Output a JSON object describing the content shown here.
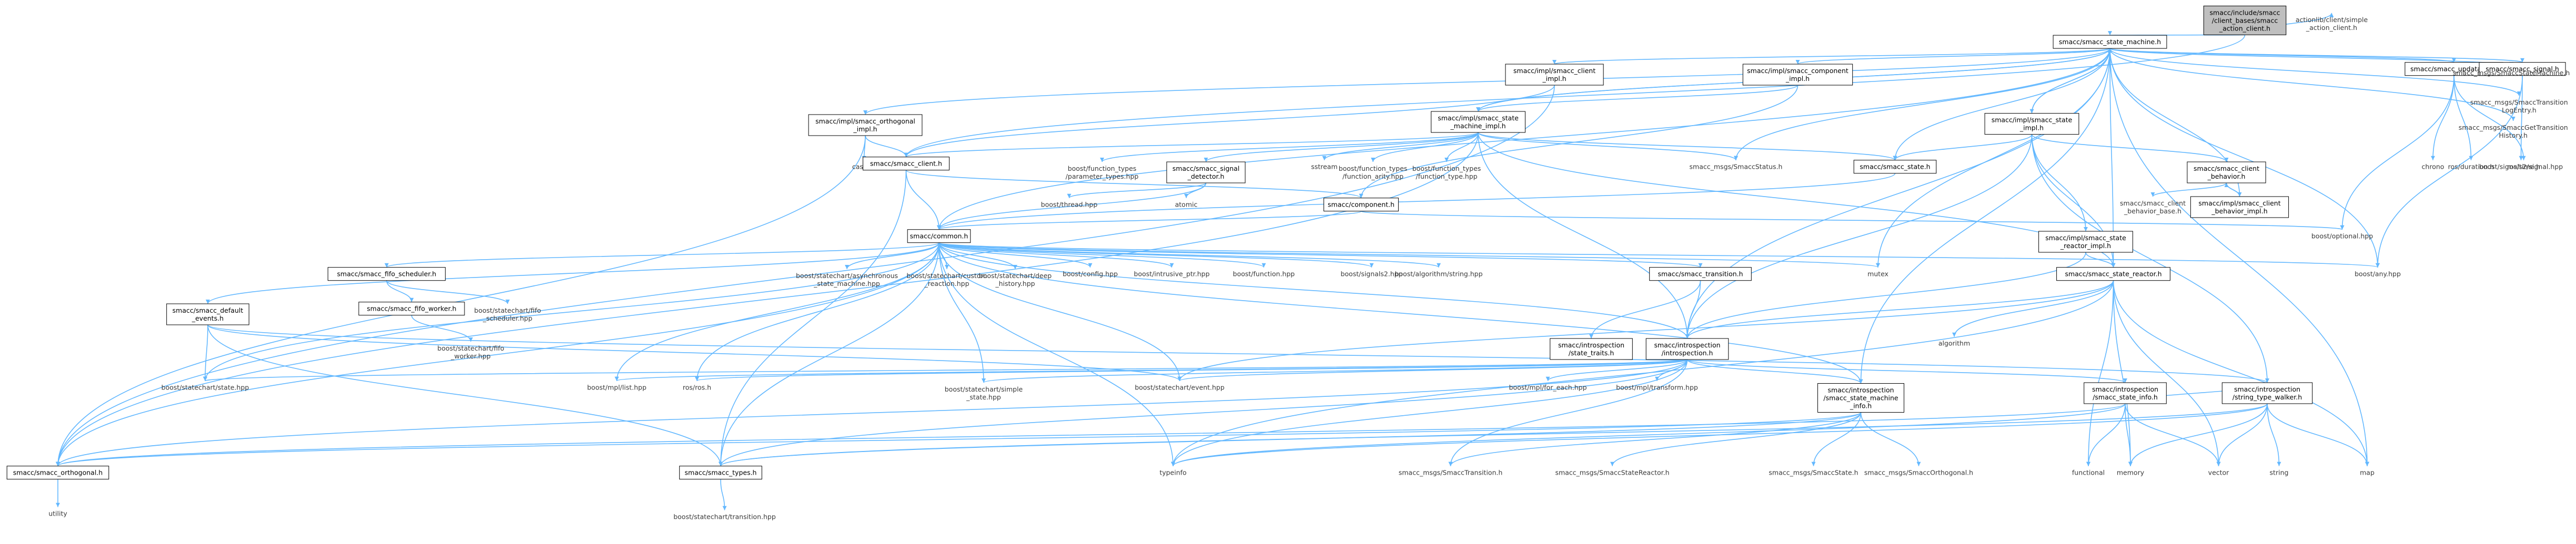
{
  "diagram": {
    "kind": "include-dependency-graph",
    "colors": {
      "edge": "#63b8ff",
      "current_node_fill": "#bfbfbf",
      "node_border": "#000000",
      "external_border": "#bfbfbf"
    },
    "nodes": [
      {
        "id": "root",
        "lines": [
          "smacc/include/smacc",
          "/client_bases/smacc",
          "_action_client.h"
        ],
        "kind": "current"
      },
      {
        "id": "actionlib",
        "lines": [
          "actionlib/client/simple",
          "_action_client.h"
        ],
        "kind": "external"
      },
      {
        "id": "sm",
        "lines": [
          "smacc/smacc_state_machine.h"
        ],
        "kind": "internal"
      },
      {
        "id": "client_impl",
        "lines": [
          "smacc/impl/smacc_client",
          "_impl.h"
        ],
        "kind": "internal"
      },
      {
        "id": "component_impl",
        "lines": [
          "smacc/impl/smacc_component",
          "_impl.h"
        ],
        "kind": "internal"
      },
      {
        "id": "updatable",
        "lines": [
          "smacc/smacc_updatable.h"
        ],
        "kind": "internal"
      },
      {
        "id": "signal",
        "lines": [
          "smacc/smacc_signal.h"
        ],
        "kind": "internal"
      },
      {
        "id": "msg_sm",
        "lines": [
          "smacc_msgs/SmaccStateMachine.h"
        ],
        "kind": "external"
      },
      {
        "id": "msg_tle",
        "lines": [
          "smacc_msgs/SmaccTransition",
          "LogEntry.h"
        ],
        "kind": "external"
      },
      {
        "id": "msg_gth",
        "lines": [
          "smacc_msgs/SmaccGetTransition",
          "History.h"
        ],
        "kind": "external"
      },
      {
        "id": "orth_impl",
        "lines": [
          "smacc/impl/smacc_orthogonal",
          "_impl.h"
        ],
        "kind": "internal"
      },
      {
        "id": "sm_impl",
        "lines": [
          "smacc/impl/smacc_state",
          "_machine_impl.h"
        ],
        "kind": "internal"
      },
      {
        "id": "state_impl",
        "lines": [
          "smacc/impl/smacc_state",
          "_impl.h"
        ],
        "kind": "internal"
      },
      {
        "id": "cassert",
        "lines": [
          "cassert"
        ],
        "kind": "external"
      },
      {
        "id": "client",
        "lines": [
          "smacc/smacc_client.h"
        ],
        "kind": "internal"
      },
      {
        "id": "fparam",
        "lines": [
          "boost/function_types",
          "/parameter_types.hpp"
        ],
        "kind": "external"
      },
      {
        "id": "sigdet",
        "lines": [
          "smacc/smacc_signal",
          "_detector.h"
        ],
        "kind": "internal"
      },
      {
        "id": "sstream",
        "lines": [
          "sstream"
        ],
        "kind": "external"
      },
      {
        "id": "farity",
        "lines": [
          "boost/function_types",
          "/function_arity.hpp"
        ],
        "kind": "external"
      },
      {
        "id": "ftype",
        "lines": [
          "boost/function_types",
          "/function_type.hpp"
        ],
        "kind": "external"
      },
      {
        "id": "msg_status",
        "lines": [
          "smacc_msgs/SmaccStatus.h"
        ],
        "kind": "external"
      },
      {
        "id": "state",
        "lines": [
          "smacc/smacc_state.h"
        ],
        "kind": "internal"
      },
      {
        "id": "cb",
        "lines": [
          "smacc/smacc_client",
          "_behavior.h"
        ],
        "kind": "internal"
      },
      {
        "id": "chrono",
        "lines": [
          "chrono"
        ],
        "kind": "external"
      },
      {
        "id": "rosdur",
        "lines": [
          "ros/duration.h"
        ],
        "kind": "external"
      },
      {
        "id": "rostime",
        "lines": [
          "ros/time.h"
        ],
        "kind": "external"
      },
      {
        "id": "sig2",
        "lines": [
          "boost/signals2/signal.hpp"
        ],
        "kind": "external"
      },
      {
        "id": "thread",
        "lines": [
          "boost/thread.hpp"
        ],
        "kind": "external"
      },
      {
        "id": "atomic",
        "lines": [
          "atomic"
        ],
        "kind": "external"
      },
      {
        "id": "component",
        "lines": [
          "smacc/component.h"
        ],
        "kind": "internal"
      },
      {
        "id": "cbbase",
        "lines": [
          "smacc/smacc_client",
          "_behavior_base.h"
        ],
        "kind": "external"
      },
      {
        "id": "cbimpl",
        "lines": [
          "smacc/impl/smacc_client",
          "_behavior_impl.h"
        ],
        "kind": "internal"
      },
      {
        "id": "common",
        "lines": [
          "smacc/common.h"
        ],
        "kind": "internal"
      },
      {
        "id": "sr_impl",
        "lines": [
          "smacc/impl/smacc_state",
          "_reactor_impl.h"
        ],
        "kind": "internal"
      },
      {
        "id": "optional",
        "lines": [
          "boost/optional.hpp"
        ],
        "kind": "external"
      },
      {
        "id": "fifo_sched",
        "lines": [
          "smacc/smacc_fifo_scheduler.h"
        ],
        "kind": "internal"
      },
      {
        "id": "async_sm",
        "lines": [
          "boost/statechart/asynchronous",
          "_state_machine.hpp"
        ],
        "kind": "external"
      },
      {
        "id": "custom_r",
        "lines": [
          "boost/statechart/custom",
          "_reaction.hpp"
        ],
        "kind": "external"
      },
      {
        "id": "deep_h",
        "lines": [
          "boost/statechart/deep",
          "_history.hpp"
        ],
        "kind": "external"
      },
      {
        "id": "config",
        "lines": [
          "boost/config.hpp"
        ],
        "kind": "external"
      },
      {
        "id": "intrusive",
        "lines": [
          "boost/intrusive_ptr.hpp"
        ],
        "kind": "external"
      },
      {
        "id": "function",
        "lines": [
          "boost/function.hpp"
        ],
        "kind": "external"
      },
      {
        "id": "signals2",
        "lines": [
          "boost/signals2.hpp"
        ],
        "kind": "external"
      },
      {
        "id": "algostr",
        "lines": [
          "boost/algorithm/string.hpp"
        ],
        "kind": "external"
      },
      {
        "id": "transition",
        "lines": [
          "smacc/smacc_transition.h"
        ],
        "kind": "internal"
      },
      {
        "id": "mutex",
        "lines": [
          "mutex"
        ],
        "kind": "external"
      },
      {
        "id": "any",
        "lines": [
          "boost/any.hpp"
        ],
        "kind": "external"
      },
      {
        "id": "sreactor",
        "lines": [
          "smacc/smacc_state_reactor.h"
        ],
        "kind": "internal"
      },
      {
        "id": "def_events",
        "lines": [
          "smacc/smacc_default",
          "_events.h"
        ],
        "kind": "internal"
      },
      {
        "id": "fifo_worker",
        "lines": [
          "smacc/smacc_fifo_worker.h"
        ],
        "kind": "internal"
      },
      {
        "id": "fifo_sched_b",
        "lines": [
          "boost/statechart/fifo",
          "_scheduler.hpp"
        ],
        "kind": "external"
      },
      {
        "id": "straits",
        "lines": [
          "smacc/introspection",
          "/state_traits.h"
        ],
        "kind": "internal"
      },
      {
        "id": "introspection",
        "lines": [
          "smacc/introspection",
          "/introspection.h"
        ],
        "kind": "internal"
      },
      {
        "id": "algorithm",
        "lines": [
          "algorithm"
        ],
        "kind": "external"
      },
      {
        "id": "fifo_worker_b",
        "lines": [
          "boost/statechart/fifo",
          "_worker.hpp"
        ],
        "kind": "external"
      },
      {
        "id": "statehpp",
        "lines": [
          "boost/statechart/state.hpp"
        ],
        "kind": "external"
      },
      {
        "id": "mplist",
        "lines": [
          "boost/mpl/list.hpp"
        ],
        "kind": "external"
      },
      {
        "id": "rosros",
        "lines": [
          "ros/ros.h"
        ],
        "kind": "external"
      },
      {
        "id": "simple_state",
        "lines": [
          "boost/statechart/simple",
          "_state.hpp"
        ],
        "kind": "external"
      },
      {
        "id": "event",
        "lines": [
          "boost/statechart/event.hpp"
        ],
        "kind": "external"
      },
      {
        "id": "foreach",
        "lines": [
          "boost/mpl/for_each.hpp"
        ],
        "kind": "external"
      },
      {
        "id": "mpltrans",
        "lines": [
          "boost/mpl/transform.hpp"
        ],
        "kind": "external"
      },
      {
        "id": "smi",
        "lines": [
          "smacc/introspection",
          "/smacc_state_machine",
          "_info.h"
        ],
        "kind": "internal"
      },
      {
        "id": "ssi",
        "lines": [
          "smacc/introspection",
          "/smacc_state_info.h"
        ],
        "kind": "internal"
      },
      {
        "id": "stw",
        "lines": [
          "smacc/introspection",
          "/string_type_walker.h"
        ],
        "kind": "internal"
      },
      {
        "id": "orthogonal",
        "lines": [
          "smacc/smacc_orthogonal.h"
        ],
        "kind": "internal"
      },
      {
        "id": "types",
        "lines": [
          "smacc/smacc_types.h"
        ],
        "kind": "internal"
      },
      {
        "id": "typeinfo",
        "lines": [
          "typeinfo"
        ],
        "kind": "external"
      },
      {
        "id": "msg_trans",
        "lines": [
          "smacc_msgs/SmaccTransition.h"
        ],
        "kind": "external"
      },
      {
        "id": "msg_sr",
        "lines": [
          "smacc_msgs/SmaccStateReactor.h"
        ],
        "kind": "external"
      },
      {
        "id": "msg_state",
        "lines": [
          "smacc_msgs/SmaccState.h"
        ],
        "kind": "external"
      },
      {
        "id": "msg_orth",
        "lines": [
          "smacc_msgs/SmaccOrthogonal.h"
        ],
        "kind": "external"
      },
      {
        "id": "functional",
        "lines": [
          "functional"
        ],
        "kind": "external"
      },
      {
        "id": "memory",
        "lines": [
          "memory"
        ],
        "kind": "external"
      },
      {
        "id": "vector",
        "lines": [
          "vector"
        ],
        "kind": "external"
      },
      {
        "id": "string",
        "lines": [
          "string"
        ],
        "kind": "external"
      },
      {
        "id": "map",
        "lines": [
          "map"
        ],
        "kind": "external"
      },
      {
        "id": "utility",
        "lines": [
          "utility"
        ],
        "kind": "external"
      },
      {
        "id": "trans_hpp",
        "lines": [
          "boost/statechart/transition.hpp"
        ],
        "kind": "external"
      }
    ],
    "edges": [
      [
        "root",
        "sm"
      ],
      [
        "root",
        "actionlib"
      ],
      [
        "root",
        "client"
      ],
      [
        "sm",
        "client_impl"
      ],
      [
        "sm",
        "component_impl"
      ],
      [
        "sm",
        "orth_impl"
      ],
      [
        "sm",
        "sm_impl"
      ],
      [
        "sm",
        "state_impl"
      ],
      [
        "sm",
        "updatable"
      ],
      [
        "sm",
        "signal"
      ],
      [
        "sm",
        "msg_sm"
      ],
      [
        "sm",
        "msg_tle"
      ],
      [
        "sm",
        "msg_gth"
      ],
      [
        "sm",
        "msg_status"
      ],
      [
        "sm",
        "state"
      ],
      [
        "sm",
        "common"
      ],
      [
        "sm",
        "introspection"
      ],
      [
        "sm",
        "smi"
      ],
      [
        "sm",
        "sreactor"
      ],
      [
        "sm",
        "mutex"
      ],
      [
        "sm",
        "any"
      ],
      [
        "sm",
        "map"
      ],
      [
        "client_impl",
        "client"
      ],
      [
        "client_impl",
        "orthogonal"
      ],
      [
        "component_impl",
        "sm_impl"
      ],
      [
        "component_impl",
        "component"
      ],
      [
        "orth_impl",
        "cassert"
      ],
      [
        "orth_impl",
        "client"
      ],
      [
        "orth_impl",
        "orthogonal"
      ],
      [
        "sm_impl",
        "sm"
      ],
      [
        "sm_impl",
        "fparam"
      ],
      [
        "sm_impl",
        "sigdet"
      ],
      [
        "sm_impl",
        "sstream"
      ],
      [
        "sm_impl",
        "farity"
      ],
      [
        "sm_impl",
        "ftype"
      ],
      [
        "sm_impl",
        "msg_status"
      ],
      [
        "sm_impl",
        "state"
      ],
      [
        "sm_impl",
        "client"
      ],
      [
        "sm_impl",
        "sreactor"
      ],
      [
        "sm_impl",
        "introspection"
      ],
      [
        "sm_impl",
        "orthogonal"
      ],
      [
        "state_impl",
        "sm"
      ],
      [
        "state_impl",
        "state"
      ],
      [
        "state_impl",
        "cb"
      ],
      [
        "state_impl",
        "sr_impl"
      ],
      [
        "state_impl",
        "introspection"
      ],
      [
        "state_impl",
        "sreactor"
      ],
      [
        "state_impl",
        "stw"
      ],
      [
        "updatable",
        "chrono"
      ],
      [
        "updatable",
        "rosdur"
      ],
      [
        "updatable",
        "rostime"
      ],
      [
        "updatable",
        "optional"
      ],
      [
        "signal",
        "sig2"
      ],
      [
        "signal",
        "any"
      ],
      [
        "client",
        "common"
      ],
      [
        "client",
        "component"
      ],
      [
        "client",
        "types"
      ],
      [
        "sigdet",
        "thread"
      ],
      [
        "sigdet",
        "atomic"
      ],
      [
        "sigdet",
        "common"
      ],
      [
        "state",
        "common"
      ],
      [
        "cb",
        "cbbase"
      ],
      [
        "cb",
        "cbimpl"
      ],
      [
        "cbimpl",
        "cb"
      ],
      [
        "cbimpl",
        "sm"
      ],
      [
        "component",
        "common"
      ],
      [
        "component",
        "optional"
      ],
      [
        "sr_impl",
        "introspection"
      ],
      [
        "sr_impl",
        "sreactor"
      ],
      [
        "common",
        "fifo_sched"
      ],
      [
        "common",
        "async_sm"
      ],
      [
        "common",
        "custom_r"
      ],
      [
        "common",
        "deep_h"
      ],
      [
        "common",
        "config"
      ],
      [
        "common",
        "intrusive"
      ],
      [
        "common",
        "function"
      ],
      [
        "common",
        "signals2"
      ],
      [
        "common",
        "algostr"
      ],
      [
        "common",
        "transition"
      ],
      [
        "common",
        "mutex"
      ],
      [
        "common",
        "any"
      ],
      [
        "common",
        "def_events"
      ],
      [
        "common",
        "statehpp"
      ],
      [
        "common",
        "mplist"
      ],
      [
        "common",
        "rosros"
      ],
      [
        "common",
        "simple_state"
      ],
      [
        "common",
        "event"
      ],
      [
        "common",
        "orthogonal"
      ],
      [
        "common",
        "types"
      ],
      [
        "common",
        "typeinfo"
      ],
      [
        "common",
        "smi"
      ],
      [
        "common",
        "introspection"
      ],
      [
        "fifo_sched",
        "fifo_worker"
      ],
      [
        "fifo_sched",
        "fifo_sched_b"
      ],
      [
        "fifo_worker",
        "fifo_worker_b"
      ],
      [
        "transition",
        "straits"
      ],
      [
        "transition",
        "introspection"
      ],
      [
        "sreactor",
        "introspection"
      ],
      [
        "sreactor",
        "algorithm"
      ],
      [
        "sreactor",
        "functional"
      ],
      [
        "sreactor",
        "memory"
      ],
      [
        "sreactor",
        "vector"
      ],
      [
        "sreactor",
        "map"
      ],
      [
        "sreactor",
        "event"
      ],
      [
        "sreactor",
        "typeinfo"
      ],
      [
        "def_events",
        "statehpp"
      ],
      [
        "def_events",
        "types"
      ],
      [
        "def_events",
        "event"
      ],
      [
        "def_events",
        "stw"
      ],
      [
        "introspection",
        "statehpp"
      ],
      [
        "introspection",
        "mplist"
      ],
      [
        "introspection",
        "rosros"
      ],
      [
        "introspection",
        "simple_state"
      ],
      [
        "introspection",
        "event"
      ],
      [
        "introspection",
        "foreach"
      ],
      [
        "introspection",
        "mpltrans"
      ],
      [
        "introspection",
        "smi"
      ],
      [
        "introspection",
        "ssi"
      ],
      [
        "introspection",
        "orthogonal"
      ],
      [
        "introspection",
        "types"
      ],
      [
        "introspection",
        "typeinfo"
      ],
      [
        "introspection",
        "msg_trans"
      ],
      [
        "smi",
        "msg_trans"
      ],
      [
        "smi",
        "msg_sr"
      ],
      [
        "smi",
        "msg_state"
      ],
      [
        "smi",
        "msg_orth"
      ],
      [
        "smi",
        "types"
      ],
      [
        "smi",
        "orthogonal"
      ],
      [
        "ssi",
        "functional"
      ],
      [
        "ssi",
        "memory"
      ],
      [
        "ssi",
        "vector"
      ],
      [
        "ssi",
        "typeinfo"
      ],
      [
        "ssi",
        "stw"
      ],
      [
        "ssi",
        "orthogonal"
      ],
      [
        "stw",
        "string"
      ],
      [
        "stw",
        "vector"
      ],
      [
        "stw",
        "memory"
      ],
      [
        "stw",
        "map"
      ],
      [
        "stw",
        "typeinfo"
      ],
      [
        "stw",
        "types"
      ],
      [
        "orthogonal",
        "utility"
      ],
      [
        "types",
        "trans_hpp"
      ]
    ]
  }
}
